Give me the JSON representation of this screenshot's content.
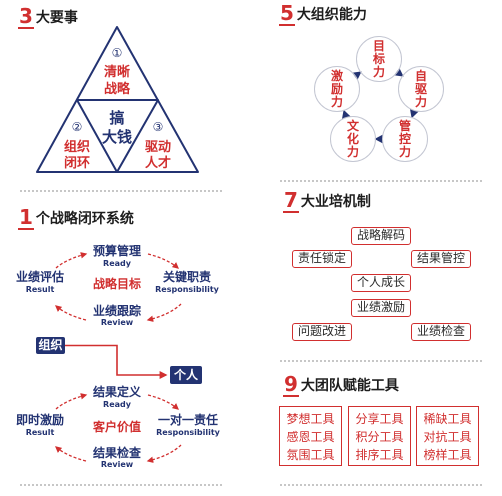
{
  "colors": {
    "red": "#d12f2f",
    "navy": "#233372",
    "ring": "#c3c6d2"
  },
  "s3": {
    "num": "3",
    "title": "大要事",
    "top": {
      "no": "①",
      "line1": "清晰",
      "line2": "战略"
    },
    "center": {
      "line1": "搞",
      "line2": "大钱"
    },
    "left": {
      "no": "②",
      "line1": "组织",
      "line2": "闭环"
    },
    "right": {
      "no": "③",
      "line1": "驱动",
      "line2": "人才"
    }
  },
  "s1": {
    "num": "1",
    "title": "个战略闭环系统",
    "org_cycle": {
      "center": "战略目标",
      "top": {
        "cn": "预算管理",
        "en": "Ready"
      },
      "right": {
        "cn": "关键职责",
        "en": "Responsibility"
      },
      "bottom": {
        "cn": "业绩跟踪",
        "en": "Review"
      },
      "left": {
        "cn": "业绩评估",
        "en": "Result"
      }
    },
    "org_label": "组织",
    "person_label": "个人",
    "person_cycle": {
      "center": "客户价值",
      "top": {
        "cn": "结果定义",
        "en": "Ready"
      },
      "right": {
        "cn": "一对一责任",
        "en": "Responsibility"
      },
      "bottom": {
        "cn": "结果检查",
        "en": "Review"
      },
      "left": {
        "cn": "即时激励",
        "en": "Result"
      }
    }
  },
  "s5": {
    "num": "5",
    "title": "大组织能力",
    "items": [
      "目标力",
      "自驱力",
      "管控力",
      "文化力",
      "激励力"
    ]
  },
  "s7": {
    "num": "7",
    "title": "大业培机制",
    "items": [
      "战略解码",
      "责任锁定",
      "结果管控",
      "个人成长",
      "业绩激励",
      "问题改进",
      "业绩检查"
    ]
  },
  "s9": {
    "num": "9",
    "title": "大团队赋能工具",
    "groups": [
      [
        "梦想工具",
        "感恩工具",
        "氛围工具"
      ],
      [
        "分享工具",
        "积分工具",
        "排序工具"
      ],
      [
        "稀缺工具",
        "对抗工具",
        "榜样工具"
      ]
    ]
  }
}
